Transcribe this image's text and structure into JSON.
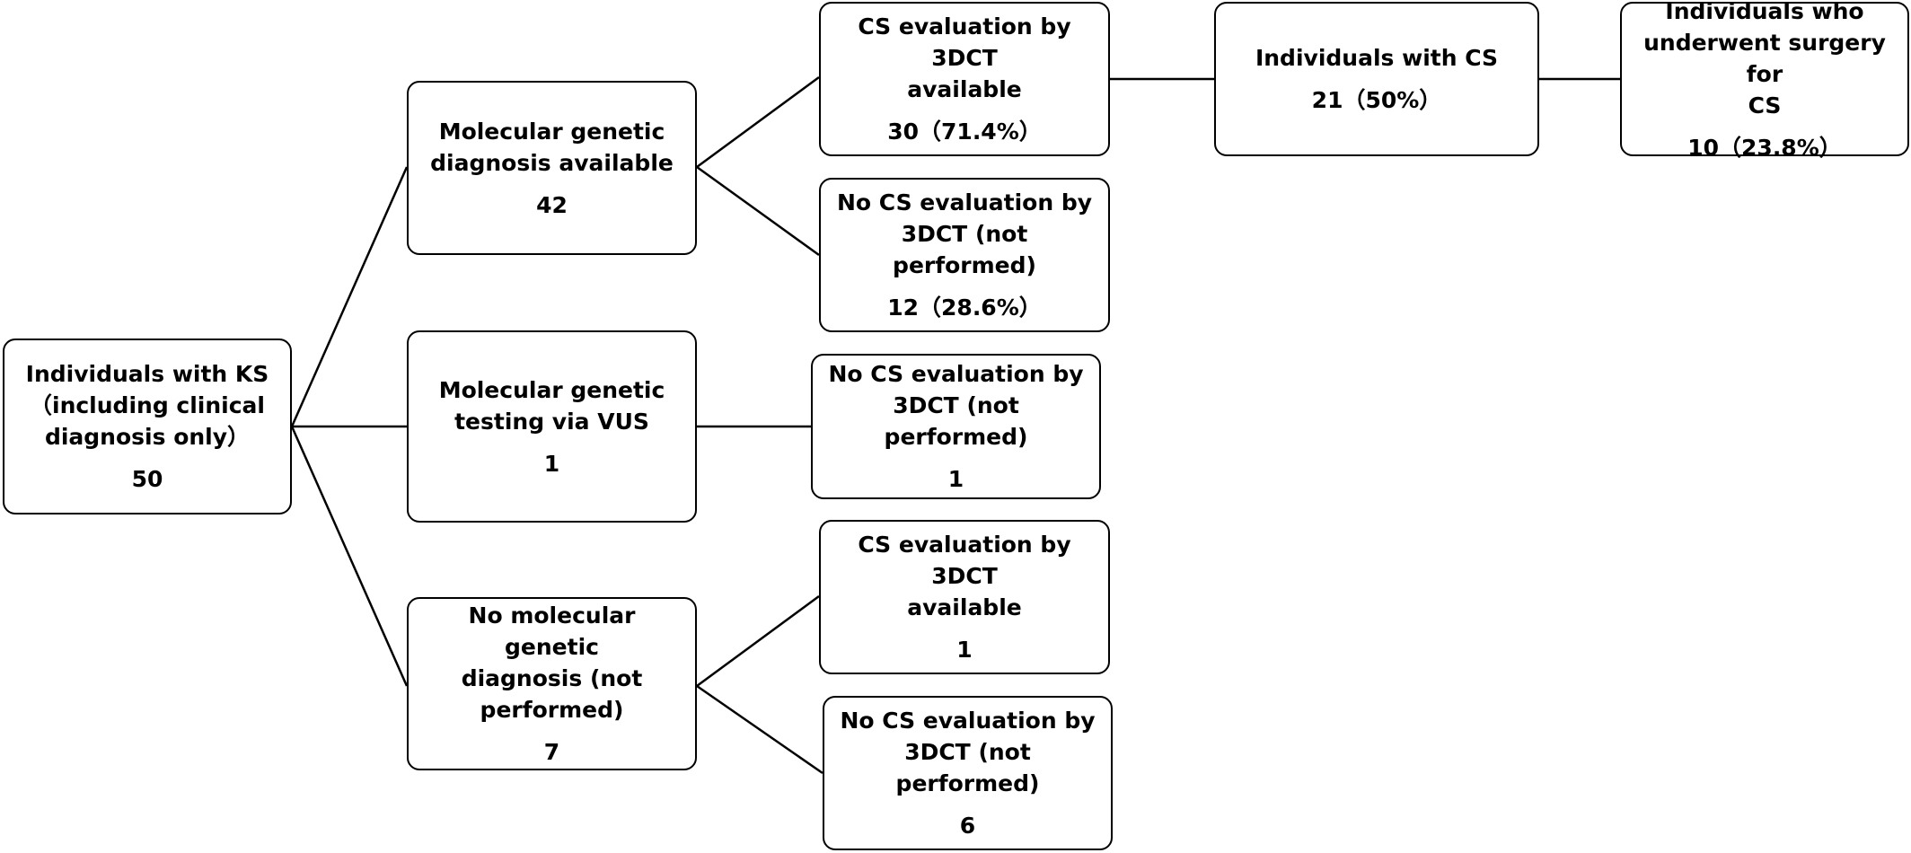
{
  "nodes": {
    "root": {
      "lines": [
        "Individuals with KS",
        "（including clinical",
        "diagnosis only）"
      ],
      "count": "50"
    },
    "mg_available": {
      "lines": [
        "Molecular genetic",
        "diagnosis available"
      ],
      "count": "42"
    },
    "mg_vus": {
      "lines": [
        "Molecular genetic",
        "testing via VUS"
      ],
      "count": "1"
    },
    "mg_none": {
      "lines": [
        "No molecular genetic",
        "diagnosis (not",
        "performed)"
      ],
      "count": "7"
    },
    "a_cs_eval": {
      "lines": [
        "CS evaluation by 3DCT",
        "available"
      ],
      "count": "30（71.4%）"
    },
    "a_no_eval": {
      "lines": [
        "No CS evaluation by",
        "3DCT (not performed)"
      ],
      "count": "12（28.6%）"
    },
    "v_no_eval": {
      "lines": [
        "No CS evaluation  by",
        "3DCT (not performed)"
      ],
      "count": "1"
    },
    "n_cs_eval": {
      "lines": [
        "CS evaluation by 3DCT",
        "available"
      ],
      "count": "1"
    },
    "n_no_eval": {
      "lines": [
        "No CS evaluation by",
        "3DCT (not performed)"
      ],
      "count": "6"
    },
    "with_cs": {
      "lines": [
        "Individuals with CS"
      ],
      "count": "21（50%）"
    },
    "surgery": {
      "lines": [
        "Individuals who",
        "underwent surgery for",
        "CS"
      ],
      "count": "10（23.8%）"
    }
  }
}
